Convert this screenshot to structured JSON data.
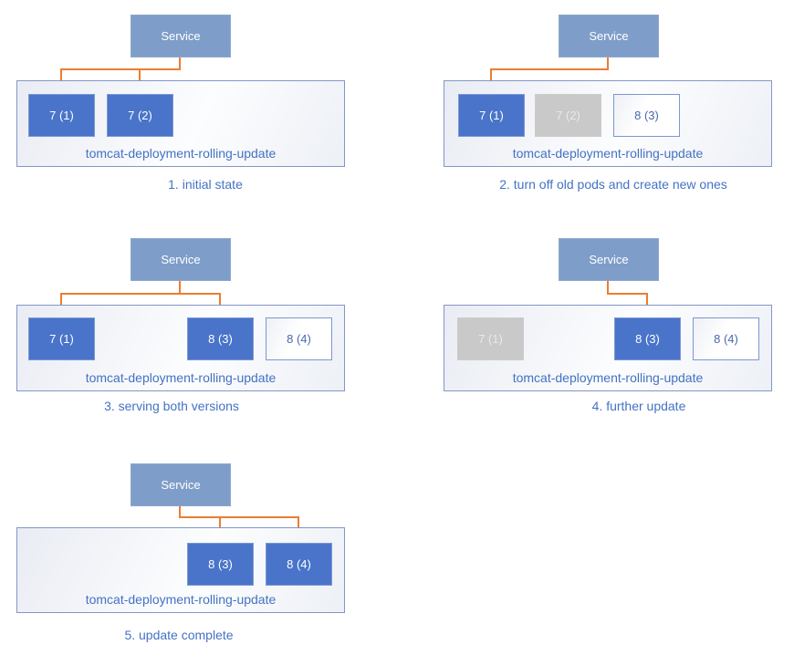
{
  "colors": {
    "pod_active_blue": "#4974c9",
    "service_blue": "#7e9ec9",
    "inactive_gray": "#c9c9c9",
    "connector_orange": "#ed7d31",
    "label_blue": "#4472c4"
  },
  "panels": [
    {
      "caption": "1. initial state",
      "service_label": "Service",
      "deployment_label": "tomcat-deployment-rolling-update",
      "pods": [
        {
          "label": "7 (1)",
          "state": "active"
        },
        {
          "label": "7 (2)",
          "state": "active"
        }
      ]
    },
    {
      "caption": "2. turn off old pods and create new ones",
      "service_label": "Service",
      "deployment_label": "tomcat-deployment-rolling-update",
      "pods": [
        {
          "label": "7 (1)",
          "state": "active"
        },
        {
          "label": "7 (2)",
          "state": "inactive"
        },
        {
          "label": "8 (3)",
          "state": "new"
        }
      ]
    },
    {
      "caption": "3. serving both versions",
      "service_label": "Service",
      "deployment_label": "tomcat-deployment-rolling-update",
      "pods": [
        {
          "label": "7 (1)",
          "state": "active"
        },
        {
          "label": "8 (3)",
          "state": "active"
        },
        {
          "label": "8 (4)",
          "state": "new"
        }
      ]
    },
    {
      "caption": "4. further update",
      "service_label": "Service",
      "deployment_label": "tomcat-deployment-rolling-update",
      "pods": [
        {
          "label": "7 (1)",
          "state": "inactive"
        },
        {
          "label": "8 (3)",
          "state": "active"
        },
        {
          "label": "8 (4)",
          "state": "new"
        }
      ]
    },
    {
      "caption": "5. update complete",
      "service_label": "Service",
      "deployment_label": "tomcat-deployment-rolling-update",
      "pods": [
        {
          "label": "8 (3)",
          "state": "active"
        },
        {
          "label": "8 (4)",
          "state": "active"
        }
      ]
    }
  ]
}
